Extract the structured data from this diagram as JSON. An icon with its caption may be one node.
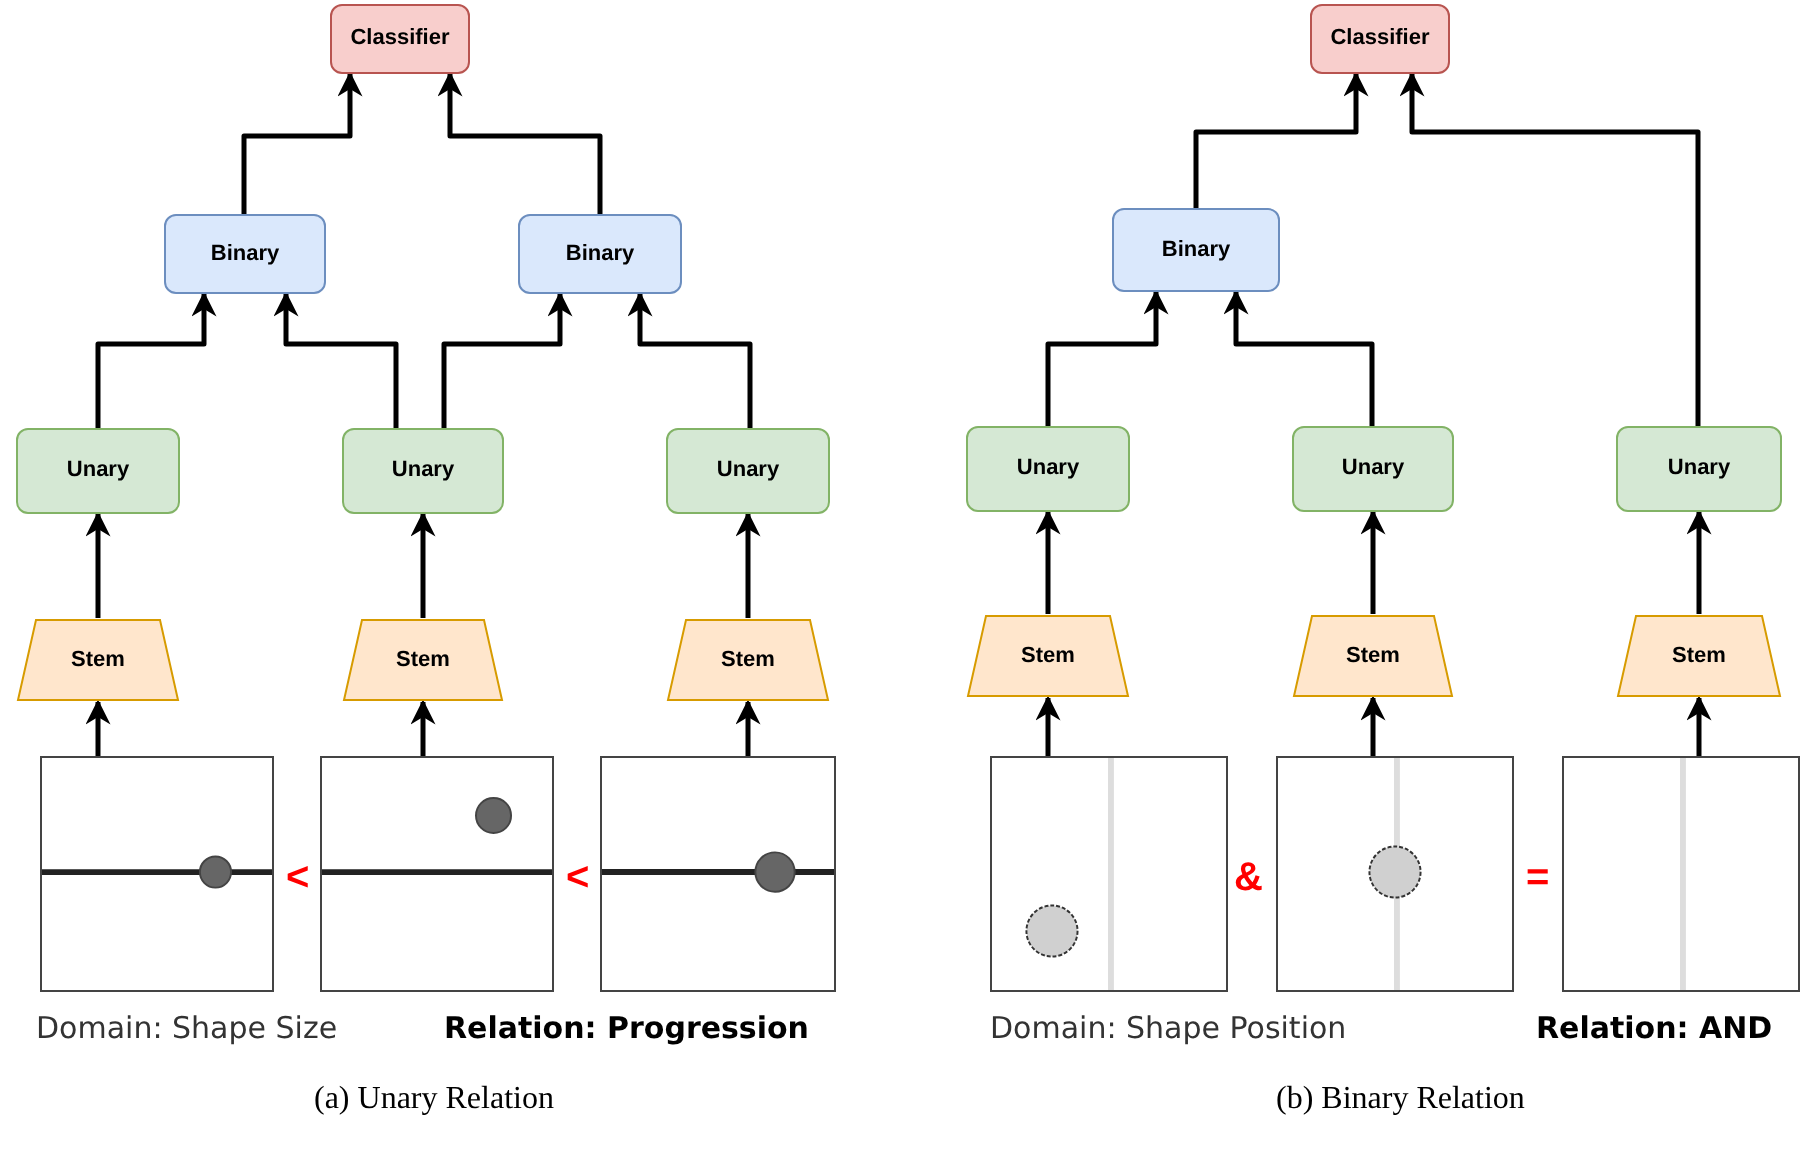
{
  "diagram": {
    "nodes": [
      {
        "text": [
          "Classifier"
        ]
      },
      {
        "text": [
          "Binary"
        ]
      },
      {
        "text": [
          "Binary"
        ]
      },
      {
        "text": [
          "Unary"
        ]
      },
      {
        "text": [
          "Unary"
        ]
      },
      {
        "text": [
          "Unary"
        ]
      },
      {
        "text": [
          "Stem"
        ]
      },
      {
        "text": [
          "Stem"
        ]
      },
      {
        "text": [
          "Stem"
        ]
      },
      {
        "text": [],
        "shape": "picture"
      },
      {
        "text": [],
        "shape": "picture"
      },
      {
        "text": [],
        "shape": "picture"
      },
      {
        "text": [
          "Classifier"
        ]
      },
      {
        "text": [
          "Binary"
        ]
      },
      {
        "text": [
          "Unary"
        ]
      },
      {
        "text": [
          "Unary"
        ]
      },
      {
        "text": [
          "Unary"
        ]
      },
      {
        "text": [
          "Stem"
        ]
      },
      {
        "text": [
          "Stem"
        ]
      },
      {
        "text": [
          "Stem"
        ]
      },
      {
        "text": [],
        "shape": "picture"
      },
      {
        "text": [],
        "shape": "picture"
      },
      {
        "text": [],
        "shape": "picture"
      }
    ],
    "edges": [
      {
        "from": 9,
        "to": 6,
        "arrow": "to"
      },
      {
        "from": 10,
        "to": 7,
        "arrow": "to"
      },
      {
        "from": 11,
        "to": 8,
        "arrow": "to"
      },
      {
        "from": 6,
        "to": 3,
        "arrow": "to"
      },
      {
        "from": 7,
        "to": 4,
        "arrow": "to"
      },
      {
        "from": 8,
        "to": 5,
        "arrow": "to"
      },
      {
        "from": 3,
        "to": 1,
        "arrow": "to"
      },
      {
        "from": 4,
        "to": 1,
        "arrow": "to"
      },
      {
        "from": 4,
        "to": 2,
        "arrow": "to"
      },
      {
        "from": 5,
        "to": 2,
        "arrow": "to"
      },
      {
        "from": 1,
        "to": 0,
        "arrow": "to"
      },
      {
        "from": 2,
        "to": 0,
        "arrow": "to"
      },
      {
        "from": 20,
        "to": 17,
        "arrow": "to"
      },
      {
        "from": 21,
        "to": 18,
        "arrow": "to"
      },
      {
        "from": 22,
        "to": 19,
        "arrow": "to"
      },
      {
        "from": 17,
        "to": 14,
        "arrow": "to"
      },
      {
        "from": 18,
        "to": 15,
        "arrow": "to"
      },
      {
        "from": 19,
        "to": 16,
        "arrow": "to"
      },
      {
        "from": 14,
        "to": 13,
        "arrow": "to"
      },
      {
        "from": 15,
        "to": 13,
        "arrow": "to"
      },
      {
        "from": 13,
        "to": 12,
        "arrow": "to"
      },
      {
        "from": 16,
        "to": 12,
        "arrow": "to"
      }
    ],
    "labels": [
      "<",
      "<",
      "Domain: Shape Size",
      "Relation: Progression",
      "&",
      "=",
      "Domain: Shape Position",
      "Relation: AND",
      "(a) Unary Relation",
      "(b) Binary Relation"
    ]
  }
}
